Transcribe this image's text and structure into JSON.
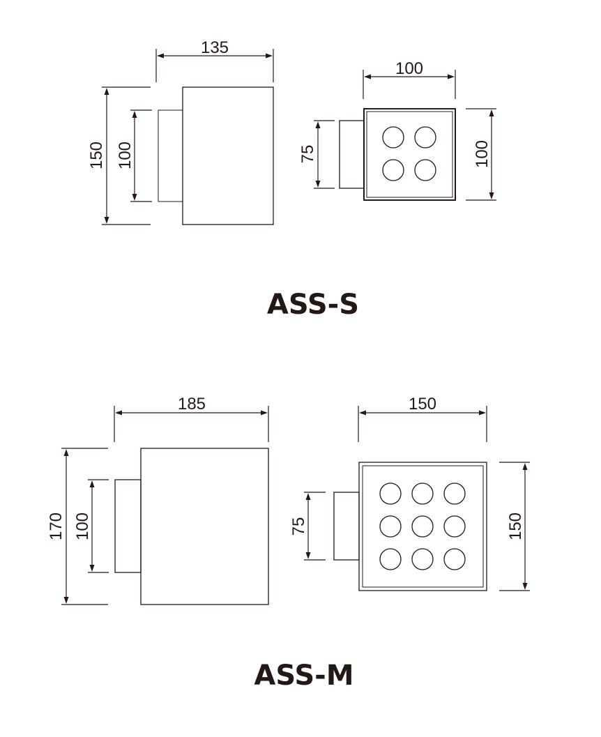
{
  "models": [
    {
      "name": "ASS-S",
      "side": {
        "width": "135",
        "height": "150",
        "base": "100"
      },
      "front": {
        "width": "100",
        "height": "100",
        "base": "75"
      }
    },
    {
      "name": "ASS-M",
      "side": {
        "width": "185",
        "height": "170",
        "base": "100"
      },
      "front": {
        "width": "150",
        "height": "150",
        "base": "75"
      }
    }
  ]
}
